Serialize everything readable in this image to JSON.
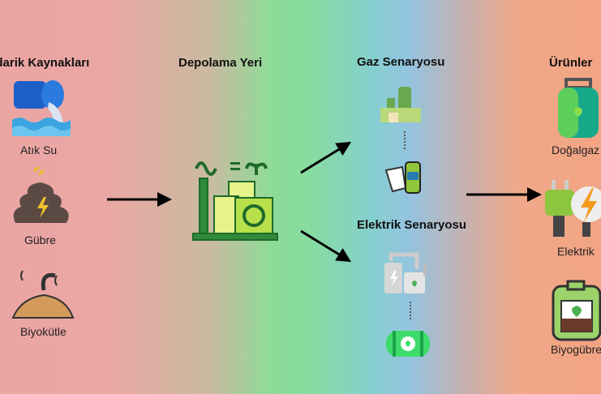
{
  "headers": {
    "sources": "Tedarik Kaynakları",
    "storage": "Depolama Yeri",
    "gas": "Gaz Senaryosu",
    "electric": "Elektrik Senaryosu",
    "products": "Ürünler"
  },
  "sources": [
    "Atık Su",
    "Gübre",
    "Biyokütle"
  ],
  "products": [
    "Doğalgaz",
    "Elektrik",
    "Biyogübre"
  ],
  "colors": {
    "arrow": "#000000",
    "plant_green": "#2e8b3a"
  }
}
